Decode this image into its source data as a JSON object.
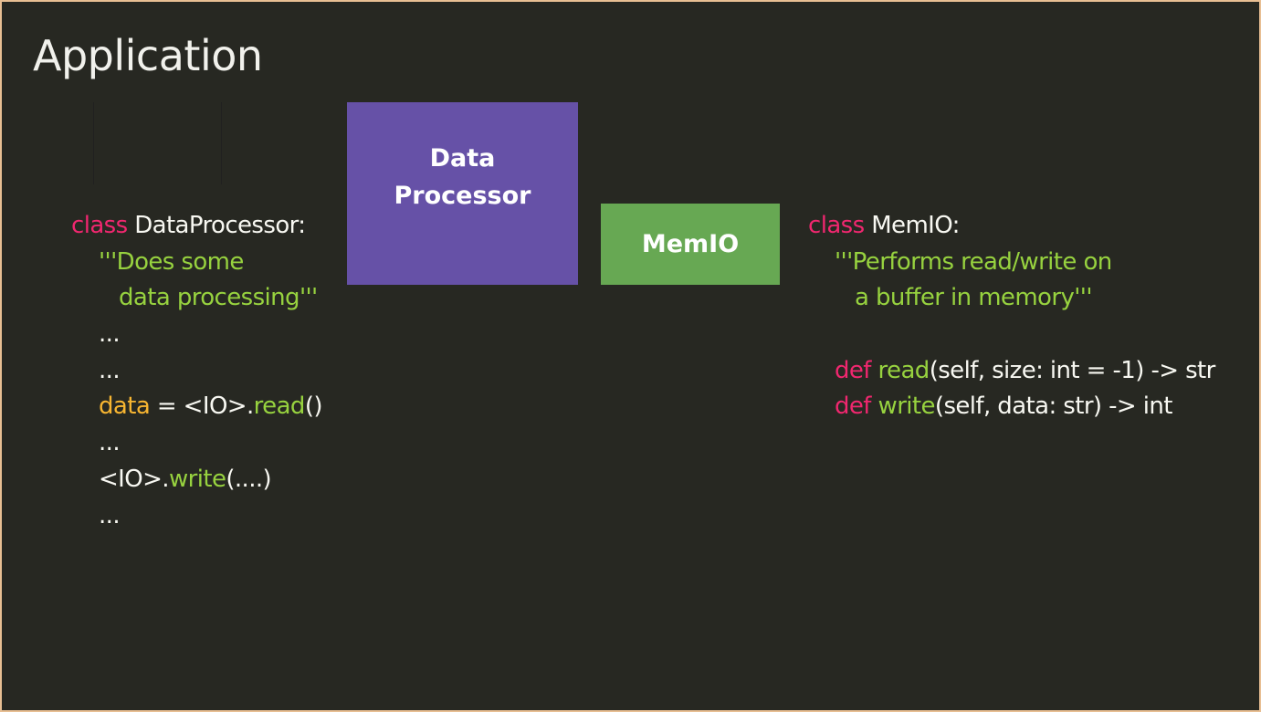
{
  "title": "Application",
  "boxes": {
    "dataprocessor": {
      "line1": "Data",
      "line2": "Processor",
      "color": "#6651a7"
    },
    "memio": {
      "label": "MemIO",
      "color": "#67a853"
    }
  },
  "colors": {
    "background": "#272822",
    "border": "#e8bf93",
    "keyword": "#f0276f",
    "string": "#97d23f",
    "variable": "#f7b531",
    "text": "#f8f8f2"
  },
  "code_left": {
    "kw_class": "class",
    "class_name": " DataProcessor:",
    "doc1": "'''Does some",
    "doc2": "data processing'''",
    "ell1": "...",
    "ell2": "...",
    "data_var": "data",
    "assign": " = <IO>.",
    "read_fn": "read",
    "read_paren": "()",
    "ell3": "...",
    "io_prefix": "<IO>.",
    "write_fn": "write",
    "write_args": "(....)",
    "ell4": "..."
  },
  "code_right": {
    "kw_class": "class",
    "class_name": " MemIO:",
    "doc1": "'''Performs read/write on",
    "doc2": "a buffer in memory'''",
    "kw_def1": "def",
    "read_fn": " read",
    "read_sig": "(self, size: int = -1) -> str",
    "kw_def2": "def",
    "write_fn": " write",
    "write_sig": "(self, data: str) -> int"
  }
}
